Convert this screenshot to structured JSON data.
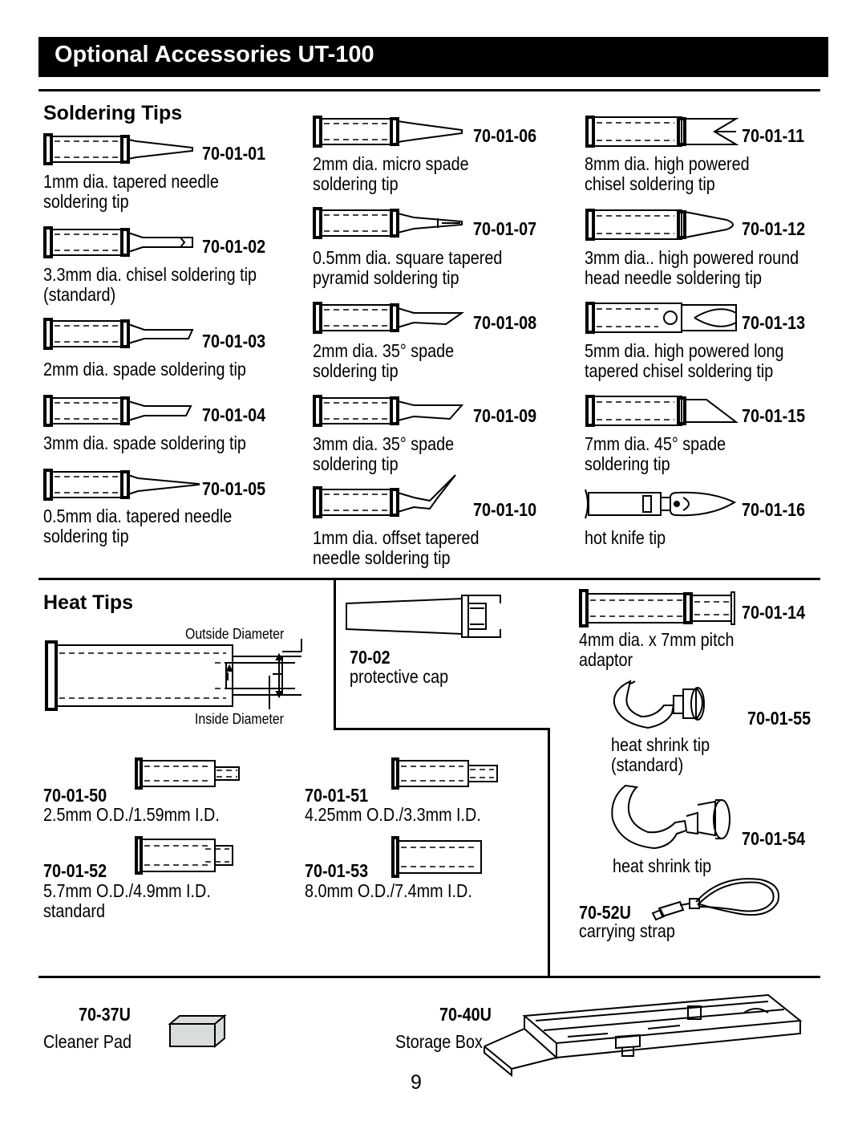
{
  "header": {
    "title": "Optional Accessories UT-100"
  },
  "soldering_tips": {
    "heading": "Soldering Tips",
    "items": [
      {
        "part": "70-01-01",
        "desc": "1mm dia. tapered needle\nsoldering tip"
      },
      {
        "part": "70-01-02",
        "desc": "3.3mm dia. chisel soldering tip\n(standard)"
      },
      {
        "part": "70-01-03",
        "desc": "2mm dia. spade soldering tip"
      },
      {
        "part": "70-01-04",
        "desc": "3mm dia. spade soldering tip"
      },
      {
        "part": "70-01-05",
        "desc": "0.5mm dia. tapered needle\nsoldering tip"
      },
      {
        "part": "70-01-06",
        "desc": "2mm dia. micro spade\nsoldering tip"
      },
      {
        "part": "70-01-07",
        "desc": "0.5mm dia. square tapered\npyramid soldering tip"
      },
      {
        "part": "70-01-08",
        "desc": "2mm dia. 35° spade\nsoldering tip"
      },
      {
        "part": "70-01-09",
        "desc": "3mm dia. 35° spade\nsoldering tip"
      },
      {
        "part": "70-01-10",
        "desc": "1mm dia. offset tapered\nneedle soldering tip"
      },
      {
        "part": "70-01-11",
        "desc": "8mm dia. high powered\nchisel soldering tip"
      },
      {
        "part": "70-01-12",
        "desc": "3mm dia.. high powered round\nhead needle soldering tip"
      },
      {
        "part": "70-01-13",
        "desc": "5mm dia. high powered long\ntapered chisel soldering tip"
      },
      {
        "part": "70-01-15",
        "desc": "7mm dia. 45° spade\nsoldering tip"
      },
      {
        "part": "70-01-16",
        "desc": "hot knife tip"
      }
    ]
  },
  "heat_tips": {
    "heading": "Heat Tips",
    "outside_label": "Outside Diameter",
    "inside_label": "Inside Diameter",
    "items": [
      {
        "part": "70-01-50",
        "desc": "2.5mm  O.D./1.59mm I.D."
      },
      {
        "part": "70-01-51",
        "desc": "4.25mm  O.D./3.3mm I.D."
      },
      {
        "part": "70-01-52",
        "desc": "5.7mm  O.D./4.9mm I.D.\nstandard"
      },
      {
        "part": "70-01-53",
        "desc": "8.0mm  O.D./7.4mm I.D."
      }
    ]
  },
  "cap": {
    "part": "70-02",
    "desc": "protective cap"
  },
  "adaptor": {
    "part": "70-01-14",
    "desc": "4mm dia. x 7mm pitch\nadaptor"
  },
  "shrink_standard": {
    "part": "70-01-55",
    "desc": "heat shrink tip\n(standard)"
  },
  "shrink": {
    "part": "70-01-54",
    "desc": "heat shrink tip"
  },
  "strap": {
    "part": "70-52U",
    "desc": "carrying strap"
  },
  "cleaner": {
    "part": "70-37U",
    "desc": "Cleaner Pad"
  },
  "storage": {
    "part": "70-40U",
    "desc": "Storage Box"
  },
  "page_number": "9"
}
